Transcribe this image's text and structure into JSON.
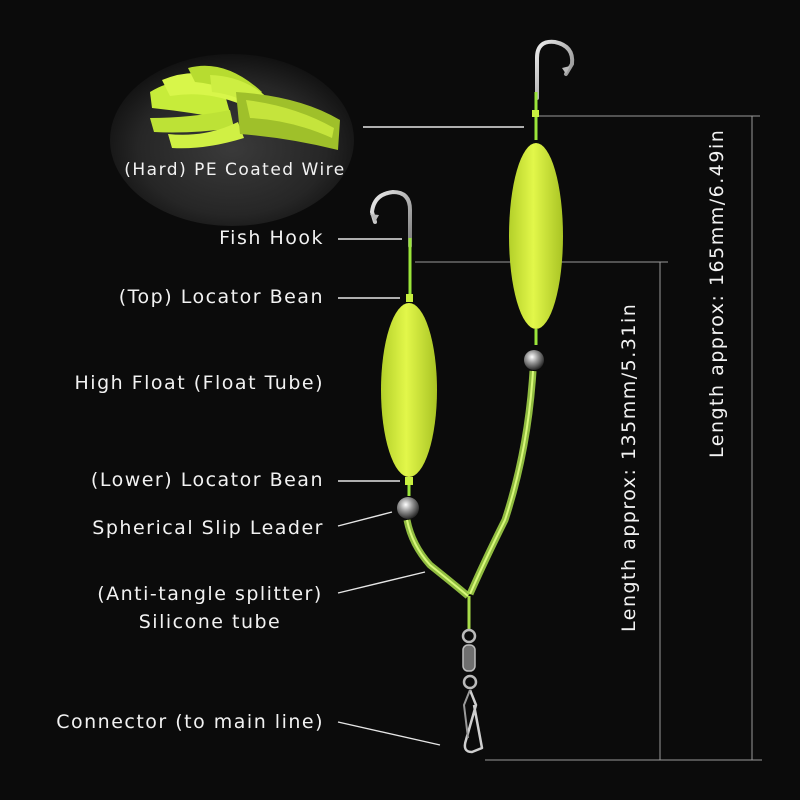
{
  "labels": {
    "pe_wire": "(Hard) PE Coated Wire",
    "fish_hook": "Fish Hook",
    "top_bean": "(Top) Locator Bean",
    "high_float": "High Float (Float Tube)",
    "lower_bean": "(Lower) Locator Bean",
    "slip_leader": "Spherical Slip Leader",
    "splitter_line1": "(Anti-tangle splitter)",
    "splitter_line2": "Silicone tube",
    "connector": "Connector (to main line)"
  },
  "dimensions": {
    "short": "Length approx: 135mm/5.31in",
    "long": "Length approx: 165mm/6.49in"
  },
  "colors": {
    "background": "#0b0b0b",
    "float": "#d6f03c",
    "wire": "#b9f23a",
    "hook": "#c8c8c8",
    "text": "#f2f2f2"
  }
}
